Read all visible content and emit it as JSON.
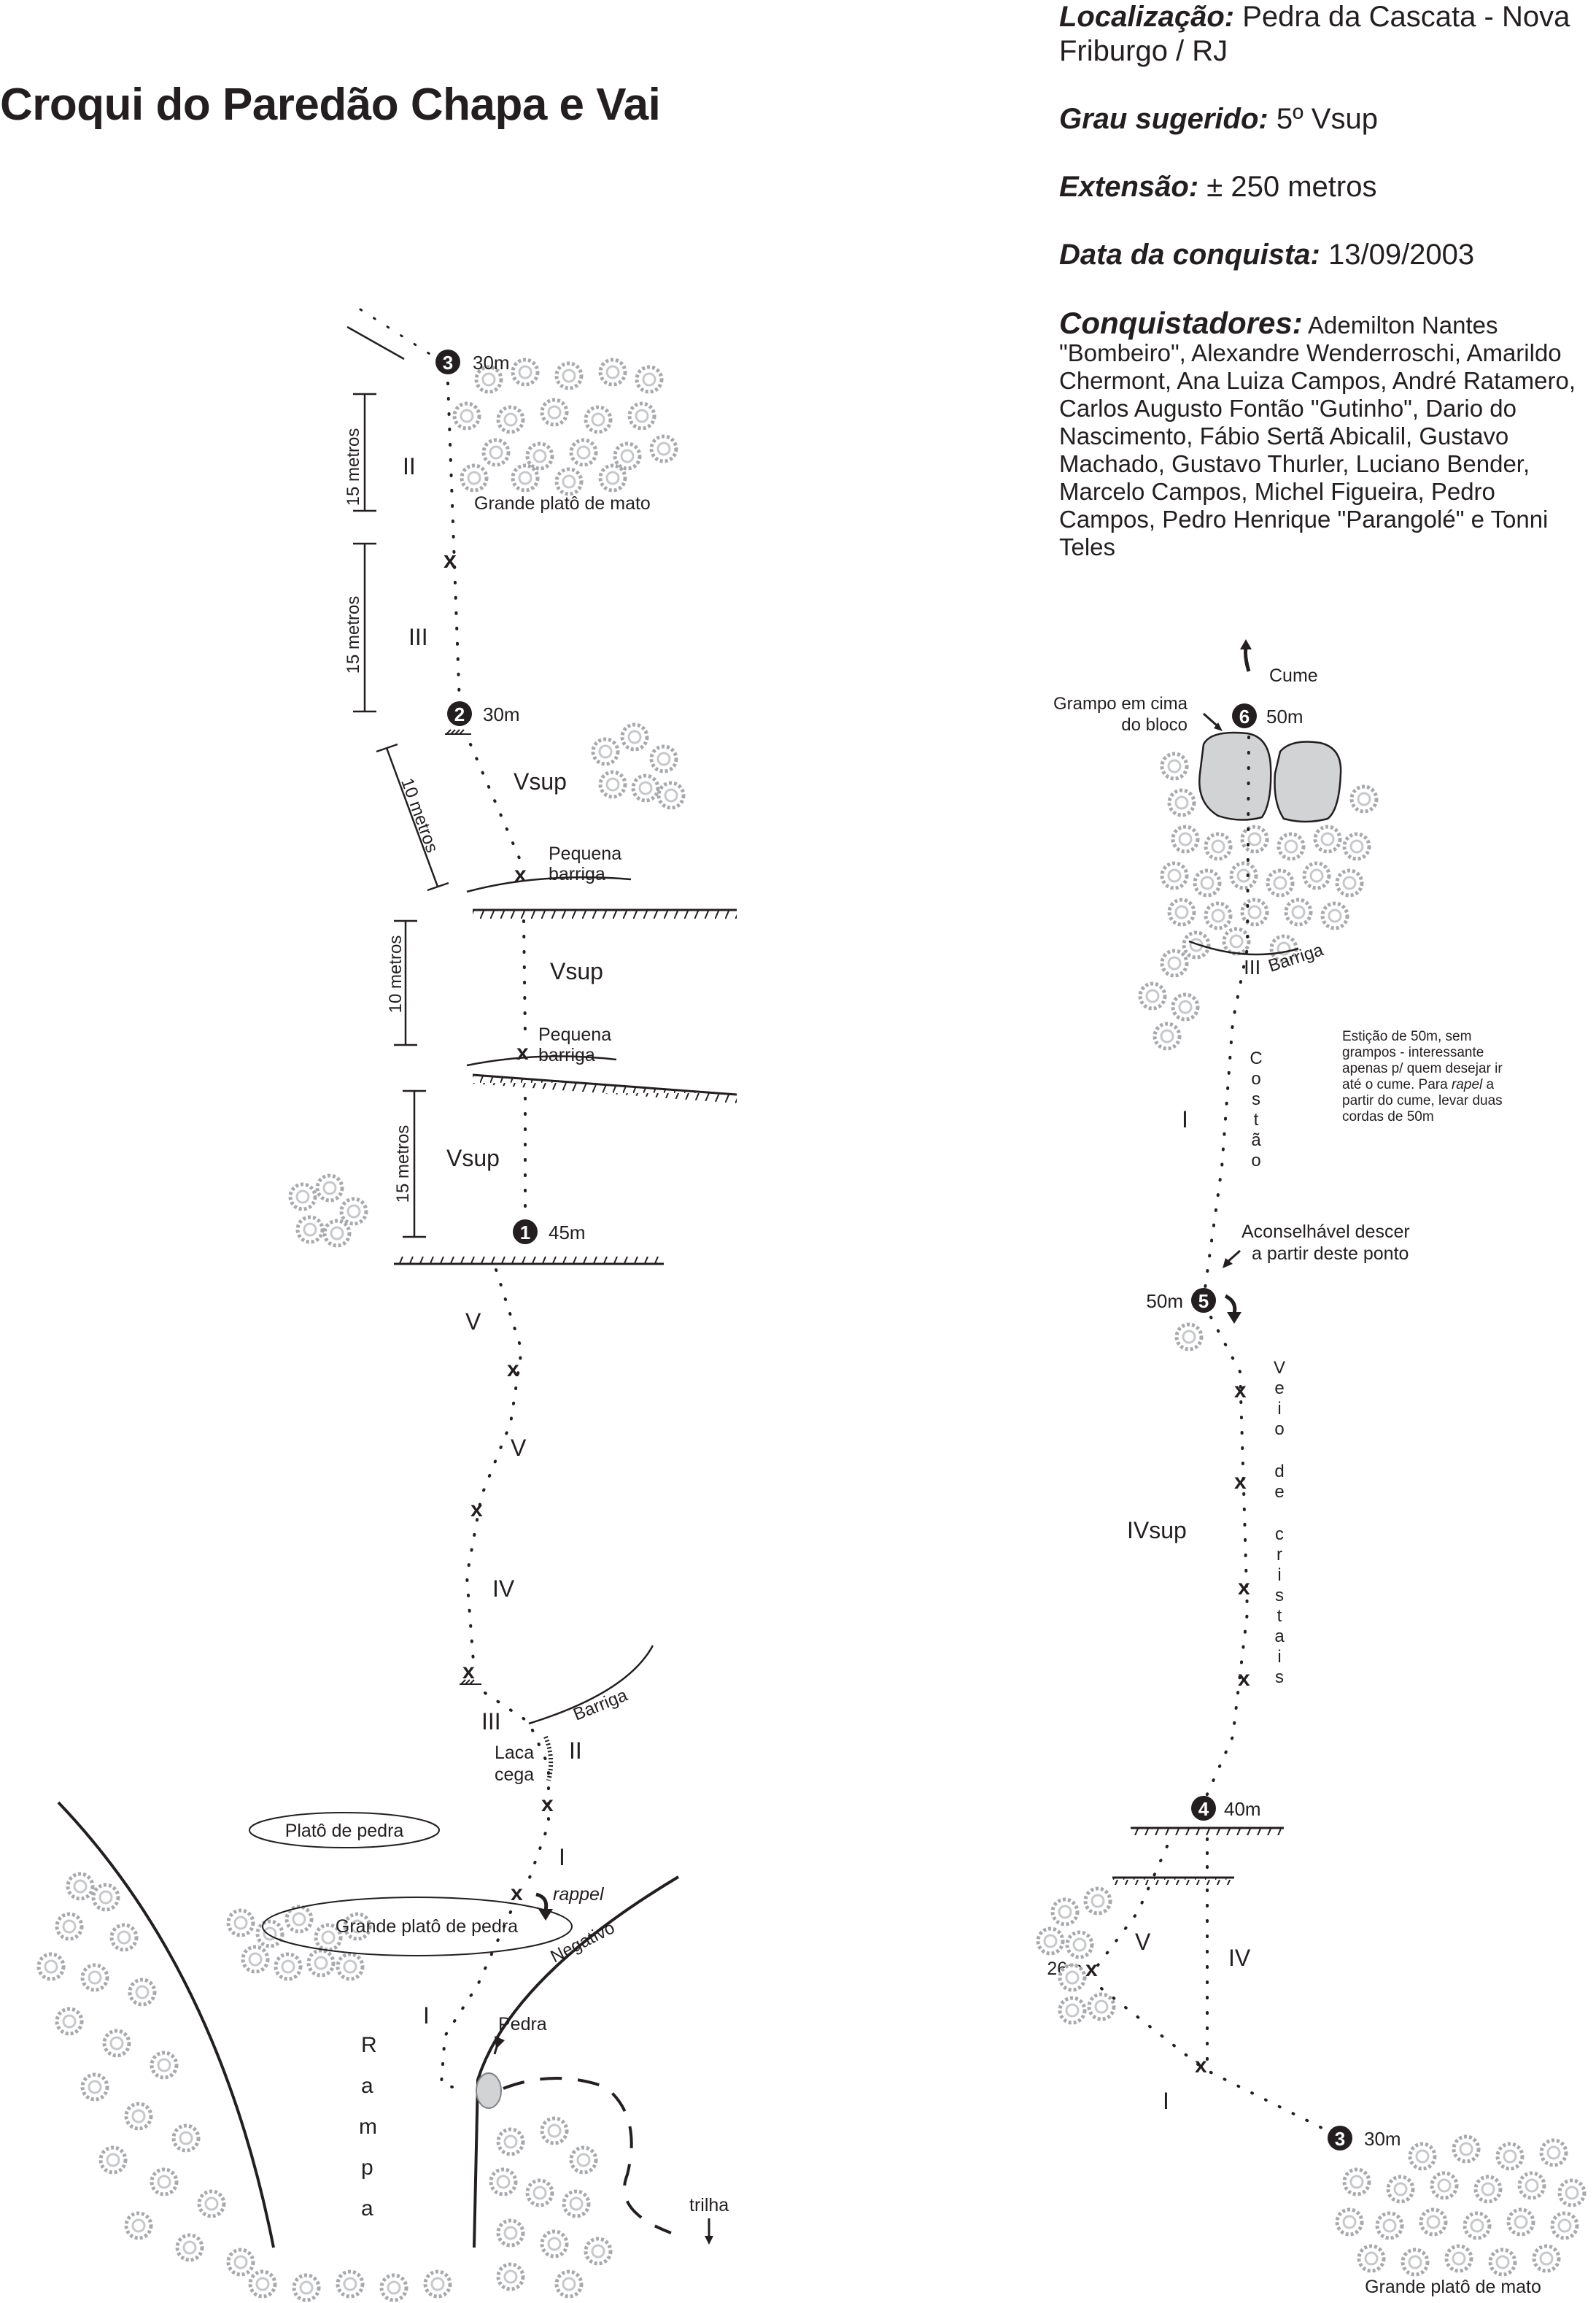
{
  "title": "Croqui do Paredão Chapa e Vai",
  "info": {
    "localizacao_label": "Localização:",
    "localizacao_value": "Pedra da Cascata - Nova Friburgo / RJ",
    "grau_label": "Grau sugerido:",
    "grau_value": "5º Vsup",
    "extensao_label": "Extensão:",
    "extensao_value": "± 250 metros",
    "data_label": "Data da conquista:",
    "data_value": "13/09/2003",
    "conquistadores_label": "Conquistadores:",
    "conquistadores_value": "Ademilton Nantes \"Bombeiro\", Alexandre Wenderroschi, Amarildo Chermont, Ana Luiza Campos, André Ratamero, Carlos Augusto Fontão \"Gutinho\", Dario do Nascimento, Fábio Sertã Abicalil, Gustavo Machado, Gustavo Thurler, Luciano Bender, Marcelo Campos, Michel Figueira, Pedro Campos, Pedro Henrique \"Parangolé\" e Tonni Teles"
  },
  "left": {
    "belay3": {
      "num": "3",
      "len": "30m"
    },
    "belay2": {
      "num": "2",
      "len": "30m"
    },
    "belay1": {
      "num": "1",
      "len": "45m"
    },
    "plato_mato": "Grande platô de mato",
    "dims": [
      "15 metros",
      "15 metros",
      "10 metros",
      "10 metros",
      "15 metros"
    ],
    "grades": [
      "II",
      "III",
      "Vsup",
      "Vsup",
      "Vsup",
      "V",
      "V",
      "IV",
      "III",
      "II",
      "I",
      "I"
    ],
    "pequena_barriga_1": [
      "Pequena",
      "barriga"
    ],
    "pequena_barriga_2": [
      "Pequena",
      "barriga"
    ],
    "barriga": "Barriga",
    "laca_cega": [
      "Laca",
      "cega"
    ],
    "plato_pedra": "Platô de pedra",
    "grande_plato_pedra": "Grande platô de pedra",
    "rappel": "rappel",
    "negativo": "Negativo",
    "pedra": "Pedra",
    "trilha": "trilha",
    "rampa": [
      "R",
      "a",
      "m",
      "p",
      "a"
    ]
  },
  "right": {
    "cume": "Cume",
    "grampo": [
      "Grampo em cima",
      "do bloco"
    ],
    "belay6": {
      "num": "6",
      "len": "50m"
    },
    "barriga": "Barriga",
    "barriga_grade": "III",
    "costao": [
      "C",
      "o",
      "s",
      "t",
      "ã",
      "o"
    ],
    "costao_grade": "I",
    "esticao_note": [
      "Estição de 50m, sem",
      "grampos - interessante",
      "apenas p/ quem desejar ir",
      "até o cume. Para",
      "rapel",
      "a",
      "partir do cume, levar duas",
      "cordas de 50m"
    ],
    "aconselhavel": [
      "Aconselhável descer",
      "a partir deste ponto"
    ],
    "belay5": {
      "num": "5",
      "len": "50m"
    },
    "veio": [
      "V",
      "e",
      "i",
      "o",
      "d",
      "e",
      "c",
      "r",
      "i",
      "s",
      "t",
      "a",
      "i",
      "s"
    ],
    "ivsup": "IVsup",
    "belay4": {
      "num": "4",
      "len": "40m"
    },
    "grades_low": [
      "V",
      "IV",
      "I"
    ],
    "len26": "26m",
    "belay3": {
      "num": "3",
      "len": "30m"
    },
    "plato_mato": "Grande platô de mato"
  }
}
